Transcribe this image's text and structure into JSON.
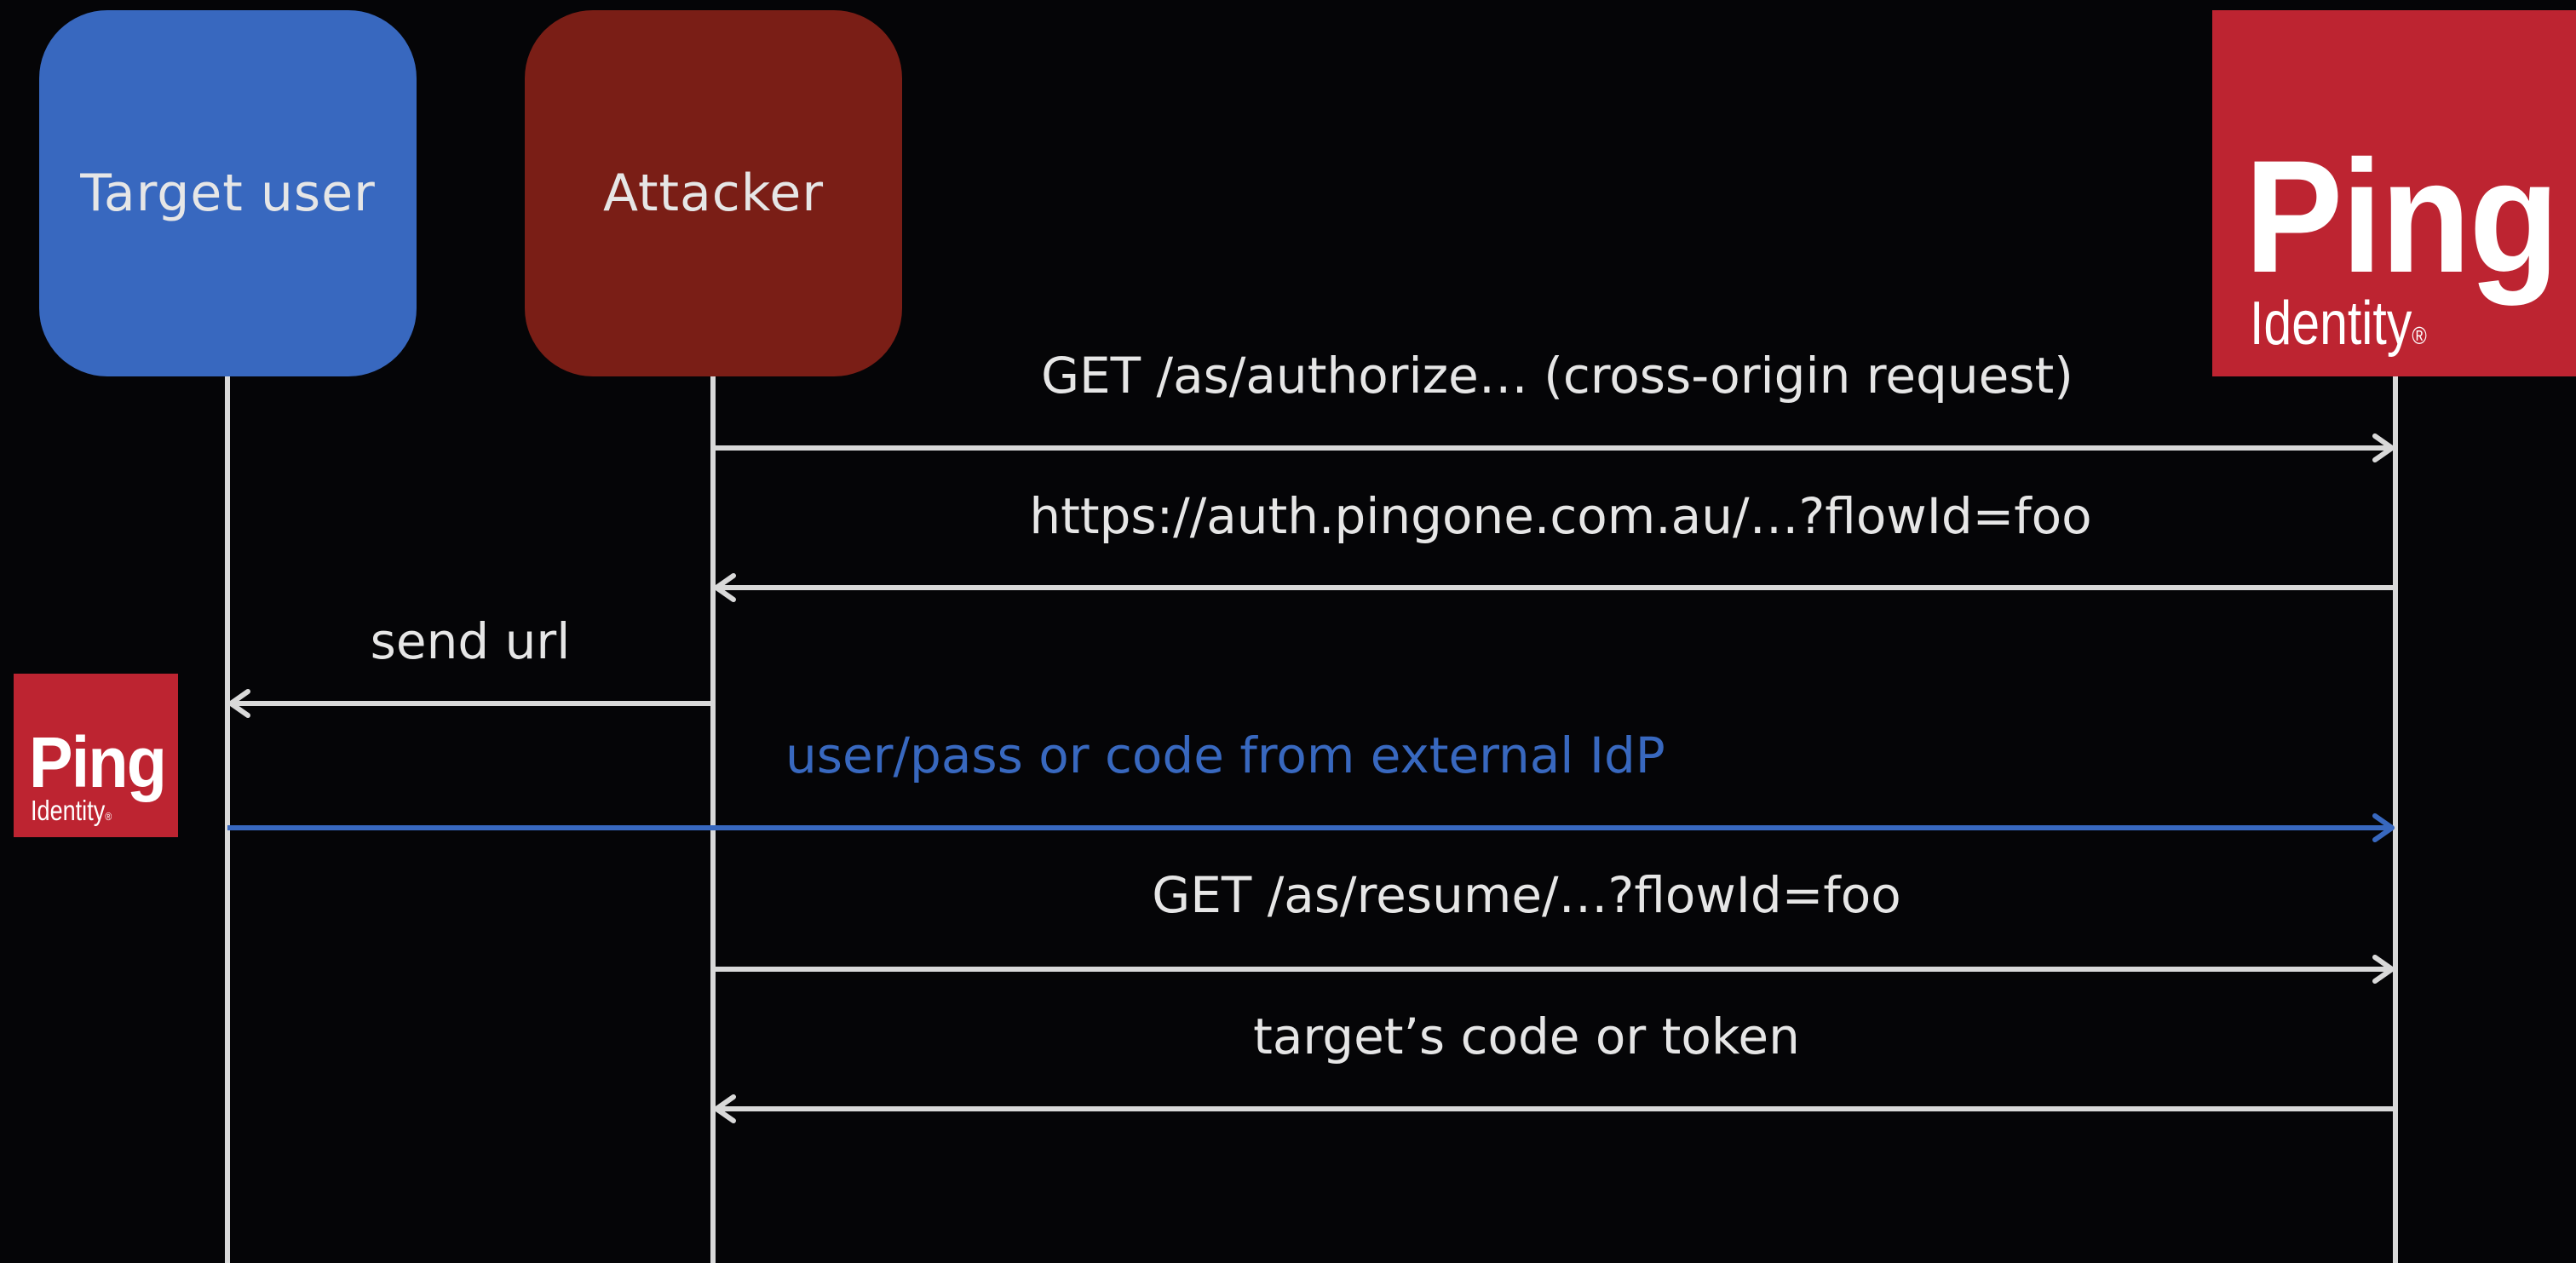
{
  "participants": [
    {
      "id": "target",
      "label": "Target user",
      "color": "#3868bf"
    },
    {
      "id": "attacker",
      "label": "Attacker",
      "color": "#7a1e16"
    },
    {
      "id": "ping",
      "label": "",
      "color": "#bd2431"
    }
  ],
  "logo": {
    "word": "Ping",
    "sub": "Identity",
    "mark": "®",
    "color": "#bd2431"
  },
  "messages": [
    {
      "label": "GET /as/authorize… (cross-origin request)",
      "from": "attacker",
      "to": "ping",
      "color": "#d9d9d9"
    },
    {
      "label": "https://auth.pingone.com.au/…?flowId=foo",
      "from": "ping",
      "to": "attacker",
      "color": "#d9d9d9"
    },
    {
      "label": "send url",
      "from": "attacker",
      "to": "target",
      "color": "#d9d9d9"
    },
    {
      "label": "user/pass or code from external IdP",
      "from": "target",
      "to": "ping",
      "color": "#3868bf"
    },
    {
      "label": "GET /as/resume/…?flowId=foo",
      "from": "attacker",
      "to": "ping",
      "color": "#d9d9d9"
    },
    {
      "label": "target’s code or token",
      "from": "ping",
      "to": "attacker",
      "color": "#d9d9d9"
    }
  ],
  "colors": {
    "background": "#050507",
    "lifeline": "#d9d9d9",
    "text": "#e6e6e6"
  }
}
